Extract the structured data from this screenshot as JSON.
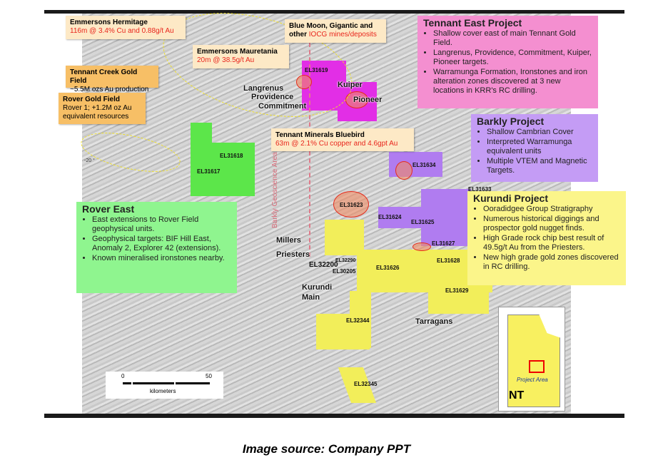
{
  "callouts": {
    "hermitage": {
      "title": "Emmersons Hermitage",
      "result": "116m @ 3.4% Cu and 0.88g/t Au"
    },
    "mauretania": {
      "title": "Emmersons Mauretania",
      "result": "20m @ 38.5g/t Au"
    },
    "tennant_creek": {
      "title": "Tennant Creek Gold Field",
      "text": "~5.5M ozs Au production"
    },
    "rover_gold": {
      "title": "Rover Gold Field",
      "lines": [
        "Rover 1; +1.2M oz Au",
        "equivalent resources"
      ]
    },
    "blue_moon": {
      "line1": "Blue Moon, Gigantic and",
      "line2_prefix": "other ",
      "line2_red": "IOCG mines/deposits"
    },
    "bluebird": {
      "title": "Tennant Minerals Bluebird",
      "result": "63m @ 2.1% Cu copper and 4.6gpt Au"
    }
  },
  "projects": {
    "tennant_east": {
      "title": "Tennant East Project",
      "bullets": [
        "Shallow cover east of main Tennant Gold Field.",
        "Langrenus, Providence, Commitment, Kuiper, Pioneer targets.",
        "Warramunga Formation, Ironstones and iron alteration zones discovered at 3 new locations in KRR's RC drilling."
      ],
      "color": "#f48fd0"
    },
    "barkly": {
      "title": "Barkly Project",
      "bullets": [
        "Shallow Cambrian Cover",
        "Interpreted Warramunga equivalent units",
        "Multiple VTEM and Magnetic Targets."
      ],
      "color": "#c49cf5"
    },
    "kurundi": {
      "title": "Kurundi Project",
      "bullets": [
        "Ooradidgee Group Stratigraphy",
        "Numerous historical diggings and prospector gold nugget finds.",
        "High Grade rock chip best result of 49.5g/t Au from the Priesters.",
        "New high grade gold zones discovered in RC drilling."
      ],
      "color": "#fbf58a"
    },
    "rover_east": {
      "title": "Rover East",
      "bullets": [
        "East extensions to Rover Field geophysical units.",
        "Geophysical targets: BIF Hill East, Anomaly 2, Explorer 42 (extensions).",
        "Known mineralised ironstones nearby."
      ],
      "color": "#8ff58f"
    }
  },
  "places": [
    "Langrenus",
    "Providence",
    "Commitment",
    "Kuiper",
    "Pioneer",
    "Millers",
    "Priesters",
    "Kurundi",
    "Main",
    "Tarragans"
  ],
  "tenements": [
    "EL31619",
    "EL31618",
    "EL31617",
    "EL31634",
    "EL31633",
    "EL31623",
    "EL31624",
    "EL31625",
    "EL31627",
    "EL31628",
    "EL31626",
    "EL31629",
    "EL32200",
    "EL32290",
    "EL30205",
    "EL32344",
    "EL32345"
  ],
  "geoscience_label": "Barkly Geoscience Area",
  "grid_label": "-20 °",
  "scale": {
    "start": "0",
    "end": "50",
    "unit": "kilometers"
  },
  "inset": {
    "label": "Project Area",
    "region": "NT"
  },
  "caption": "Image source: Company PPT"
}
